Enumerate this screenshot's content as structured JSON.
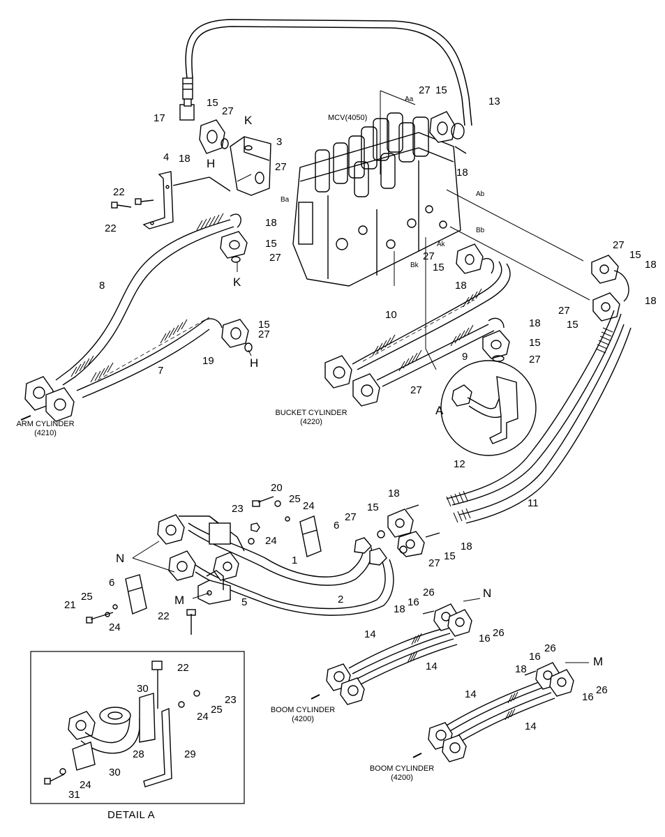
{
  "diagram": {
    "part_numbers": {
      "n1": "1",
      "n2": "2",
      "n3": "3",
      "n4": "4",
      "n5": "5",
      "n6a": "6",
      "n6b": "6",
      "n7": "7",
      "n8": "8",
      "n9": "9",
      "n10": "10",
      "n11": "11",
      "n12": "12",
      "n13": "13",
      "n14a": "14",
      "n14b": "14",
      "n14c": "14",
      "n14d": "14",
      "n15a": "15",
      "n15b": "15",
      "n15c": "15",
      "n15d": "15",
      "n15e": "15",
      "n15f": "15",
      "n15g": "15",
      "n15h": "15",
      "n15i": "15",
      "n16a": "16",
      "n16b": "16",
      "n16c": "16",
      "n16d": "16",
      "n17": "17",
      "n18a": "18",
      "n18b": "18",
      "n18c": "18",
      "n18d": "18",
      "n18e": "18",
      "n18f": "18",
      "n18g": "18",
      "n18h": "18",
      "n18i": "18",
      "n18j": "18",
      "n19": "19",
      "n20": "20",
      "n21": "21",
      "n22a": "22",
      "n22b": "22",
      "n22c": "22",
      "n22d": "22",
      "n23a": "23",
      "n23b": "23",
      "n24a": "24",
      "n24b": "24",
      "n24c": "24",
      "n24d": "24",
      "n24e": "24",
      "n25a": "25",
      "n25b": "25",
      "n25c": "25",
      "n26a": "26",
      "n26b": "26",
      "n26c": "26",
      "n26d": "26",
      "n27a": "27",
      "n27b": "27",
      "n27c": "27",
      "n27d": "27",
      "n27e": "27",
      "n27f": "27",
      "n27g": "27",
      "n27h": "27",
      "n27i": "27",
      "n27j": "27",
      "n27k": "27",
      "n27l": "27",
      "n28": "28",
      "n29": "29",
      "n30a": "30",
      "n30b": "30",
      "n31": "31"
    },
    "callouts": {
      "K_top": "K",
      "K_bottom": "K",
      "H_top": "H",
      "H_bottom": "H",
      "N_left": "N",
      "N_right": "N",
      "M_left": "M",
      "M_right": "M",
      "A": "A"
    },
    "ports": {
      "Aa": "Aa",
      "Ab": "Ab",
      "Ba": "Ba",
      "Bb": "Bb",
      "Ak": "Ak",
      "Bk": "Bk"
    },
    "mcv_label": "MCV(4050)",
    "captions": {
      "arm_cylinder_1": "ARM CYLINDER",
      "arm_cylinder_2": "(4210)",
      "bucket_cylinder_1": "BUCKET CYLINDER",
      "bucket_cylinder_2": "(4220)",
      "boom_cylinder_a1": "BOOM CYLINDER",
      "boom_cylinder_a2": "(4200)",
      "boom_cylinder_b1": "BOOM CYLINDER",
      "boom_cylinder_b2": "(4200)"
    },
    "detail_title": "DETAIL  A"
  }
}
